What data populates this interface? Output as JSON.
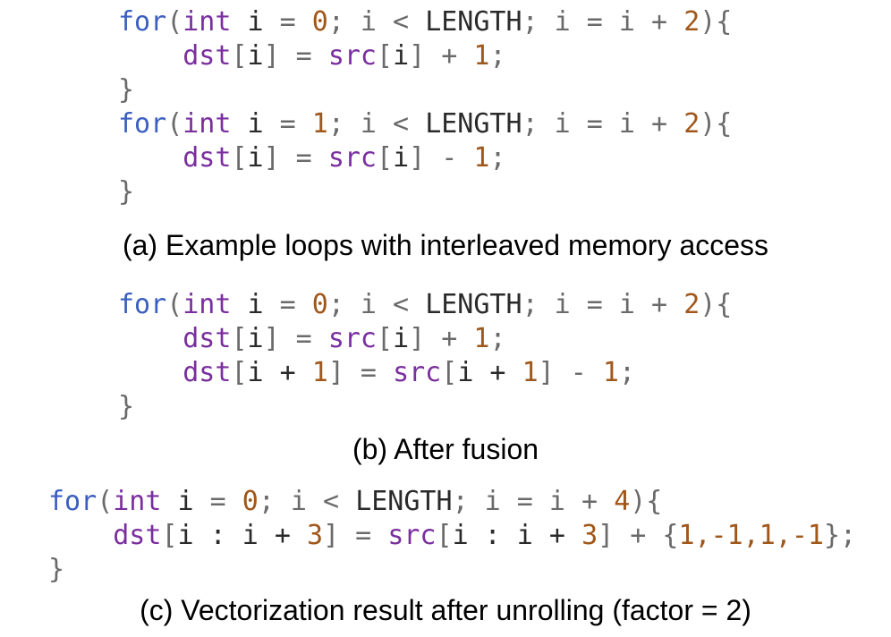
{
  "colors": {
    "keyword": "#3b5fc0",
    "type": "#7a2f9e",
    "identifier": "#7a2f9e",
    "number": "#a0571a",
    "punctuation": "#6a6a6a",
    "plain": "#2a2a2a"
  },
  "sections": [
    {
      "id": "a",
      "caption": "(a) Example loops with interleaved memory access",
      "lines": [
        [
          {
            "t": "for",
            "c": "kw"
          },
          {
            "t": "(",
            "c": "p"
          },
          {
            "t": "int",
            "c": "ty"
          },
          {
            "t": " i ",
            "c": "plain"
          },
          {
            "t": "= ",
            "c": "p"
          },
          {
            "t": "0",
            "c": "num"
          },
          {
            "t": "; i < ",
            "c": "p"
          },
          {
            "t": "LENGTH",
            "c": "plain"
          },
          {
            "t": "; i = i + ",
            "c": "p"
          },
          {
            "t": "2",
            "c": "num"
          },
          {
            "t": "){",
            "c": "p"
          }
        ],
        [
          {
            "t": "    ",
            "c": "p"
          },
          {
            "t": "dst",
            "c": "id"
          },
          {
            "t": "[",
            "c": "p"
          },
          {
            "t": "i",
            "c": "plain"
          },
          {
            "t": "] = ",
            "c": "p"
          },
          {
            "t": "src",
            "c": "id"
          },
          {
            "t": "[",
            "c": "p"
          },
          {
            "t": "i",
            "c": "plain"
          },
          {
            "t": "] + ",
            "c": "p"
          },
          {
            "t": "1",
            "c": "num"
          },
          {
            "t": ";",
            "c": "p"
          }
        ],
        [
          {
            "t": "}",
            "c": "p"
          }
        ],
        [
          {
            "t": "for",
            "c": "kw"
          },
          {
            "t": "(",
            "c": "p"
          },
          {
            "t": "int",
            "c": "ty"
          },
          {
            "t": " i ",
            "c": "plain"
          },
          {
            "t": "= ",
            "c": "p"
          },
          {
            "t": "1",
            "c": "num"
          },
          {
            "t": "; i < ",
            "c": "p"
          },
          {
            "t": "LENGTH",
            "c": "plain"
          },
          {
            "t": "; i = i + ",
            "c": "p"
          },
          {
            "t": "2",
            "c": "num"
          },
          {
            "t": "){",
            "c": "p"
          }
        ],
        [
          {
            "t": "    ",
            "c": "p"
          },
          {
            "t": "dst",
            "c": "id"
          },
          {
            "t": "[",
            "c": "p"
          },
          {
            "t": "i",
            "c": "plain"
          },
          {
            "t": "] = ",
            "c": "p"
          },
          {
            "t": "src",
            "c": "id"
          },
          {
            "t": "[",
            "c": "p"
          },
          {
            "t": "i",
            "c": "plain"
          },
          {
            "t": "] - ",
            "c": "p"
          },
          {
            "t": "1",
            "c": "num"
          },
          {
            "t": ";",
            "c": "p"
          }
        ],
        [
          {
            "t": "}",
            "c": "p"
          }
        ]
      ]
    },
    {
      "id": "b",
      "caption": "(b) After fusion",
      "lines": [
        [
          {
            "t": "for",
            "c": "kw"
          },
          {
            "t": "(",
            "c": "p"
          },
          {
            "t": "int",
            "c": "ty"
          },
          {
            "t": " i ",
            "c": "plain"
          },
          {
            "t": "= ",
            "c": "p"
          },
          {
            "t": "0",
            "c": "num"
          },
          {
            "t": "; i < ",
            "c": "p"
          },
          {
            "t": "LENGTH",
            "c": "plain"
          },
          {
            "t": "; i = i + ",
            "c": "p"
          },
          {
            "t": "2",
            "c": "num"
          },
          {
            "t": "){",
            "c": "p"
          }
        ],
        [
          {
            "t": "    ",
            "c": "p"
          },
          {
            "t": "dst",
            "c": "id"
          },
          {
            "t": "[",
            "c": "p"
          },
          {
            "t": "i",
            "c": "plain"
          },
          {
            "t": "] = ",
            "c": "p"
          },
          {
            "t": "src",
            "c": "id"
          },
          {
            "t": "[",
            "c": "p"
          },
          {
            "t": "i",
            "c": "plain"
          },
          {
            "t": "] + ",
            "c": "p"
          },
          {
            "t": "1",
            "c": "num"
          },
          {
            "t": ";",
            "c": "p"
          }
        ],
        [
          {
            "t": "    ",
            "c": "p"
          },
          {
            "t": "dst",
            "c": "id"
          },
          {
            "t": "[",
            "c": "p"
          },
          {
            "t": "i + ",
            "c": "plain"
          },
          {
            "t": "1",
            "c": "num"
          },
          {
            "t": "] = ",
            "c": "p"
          },
          {
            "t": "src",
            "c": "id"
          },
          {
            "t": "[",
            "c": "p"
          },
          {
            "t": "i + ",
            "c": "plain"
          },
          {
            "t": "1",
            "c": "num"
          },
          {
            "t": "] - ",
            "c": "p"
          },
          {
            "t": "1",
            "c": "num"
          },
          {
            "t": ";",
            "c": "p"
          }
        ],
        [
          {
            "t": "}",
            "c": "p"
          }
        ]
      ]
    },
    {
      "id": "c",
      "caption": "(c) Vectorization result after unrolling (factor = 2)",
      "lines": [
        [
          {
            "t": "for",
            "c": "kw"
          },
          {
            "t": "(",
            "c": "p"
          },
          {
            "t": "int",
            "c": "ty"
          },
          {
            "t": " i ",
            "c": "plain"
          },
          {
            "t": "= ",
            "c": "p"
          },
          {
            "t": "0",
            "c": "num"
          },
          {
            "t": "; i < ",
            "c": "p"
          },
          {
            "t": "LENGTH",
            "c": "plain"
          },
          {
            "t": "; i = i + ",
            "c": "p"
          },
          {
            "t": "4",
            "c": "num"
          },
          {
            "t": "){",
            "c": "p"
          }
        ],
        [
          {
            "t": "    ",
            "c": "p"
          },
          {
            "t": "dst",
            "c": "id"
          },
          {
            "t": "[",
            "c": "p"
          },
          {
            "t": "i : i + ",
            "c": "plain"
          },
          {
            "t": "3",
            "c": "num"
          },
          {
            "t": "] = ",
            "c": "p"
          },
          {
            "t": "src",
            "c": "id"
          },
          {
            "t": "[",
            "c": "p"
          },
          {
            "t": "i : i + ",
            "c": "plain"
          },
          {
            "t": "3",
            "c": "num"
          },
          {
            "t": "] + {",
            "c": "p"
          },
          {
            "t": "1,-1,1,-1",
            "c": "num"
          },
          {
            "t": "};",
            "c": "p"
          }
        ],
        [
          {
            "t": "}",
            "c": "p"
          }
        ]
      ]
    }
  ]
}
